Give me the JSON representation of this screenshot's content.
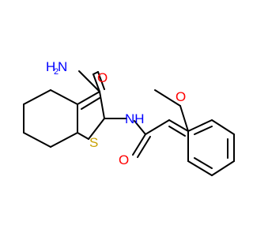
{
  "molecule": {
    "labels": {
      "amide_nh2": "H",
      "amide_nh2_sub": "2",
      "amide_nh2_n": "N",
      "amide_o": "O",
      "amide_nh": "NH",
      "s": "S",
      "acyl_o": "O",
      "methoxy_o": "O"
    }
  }
}
